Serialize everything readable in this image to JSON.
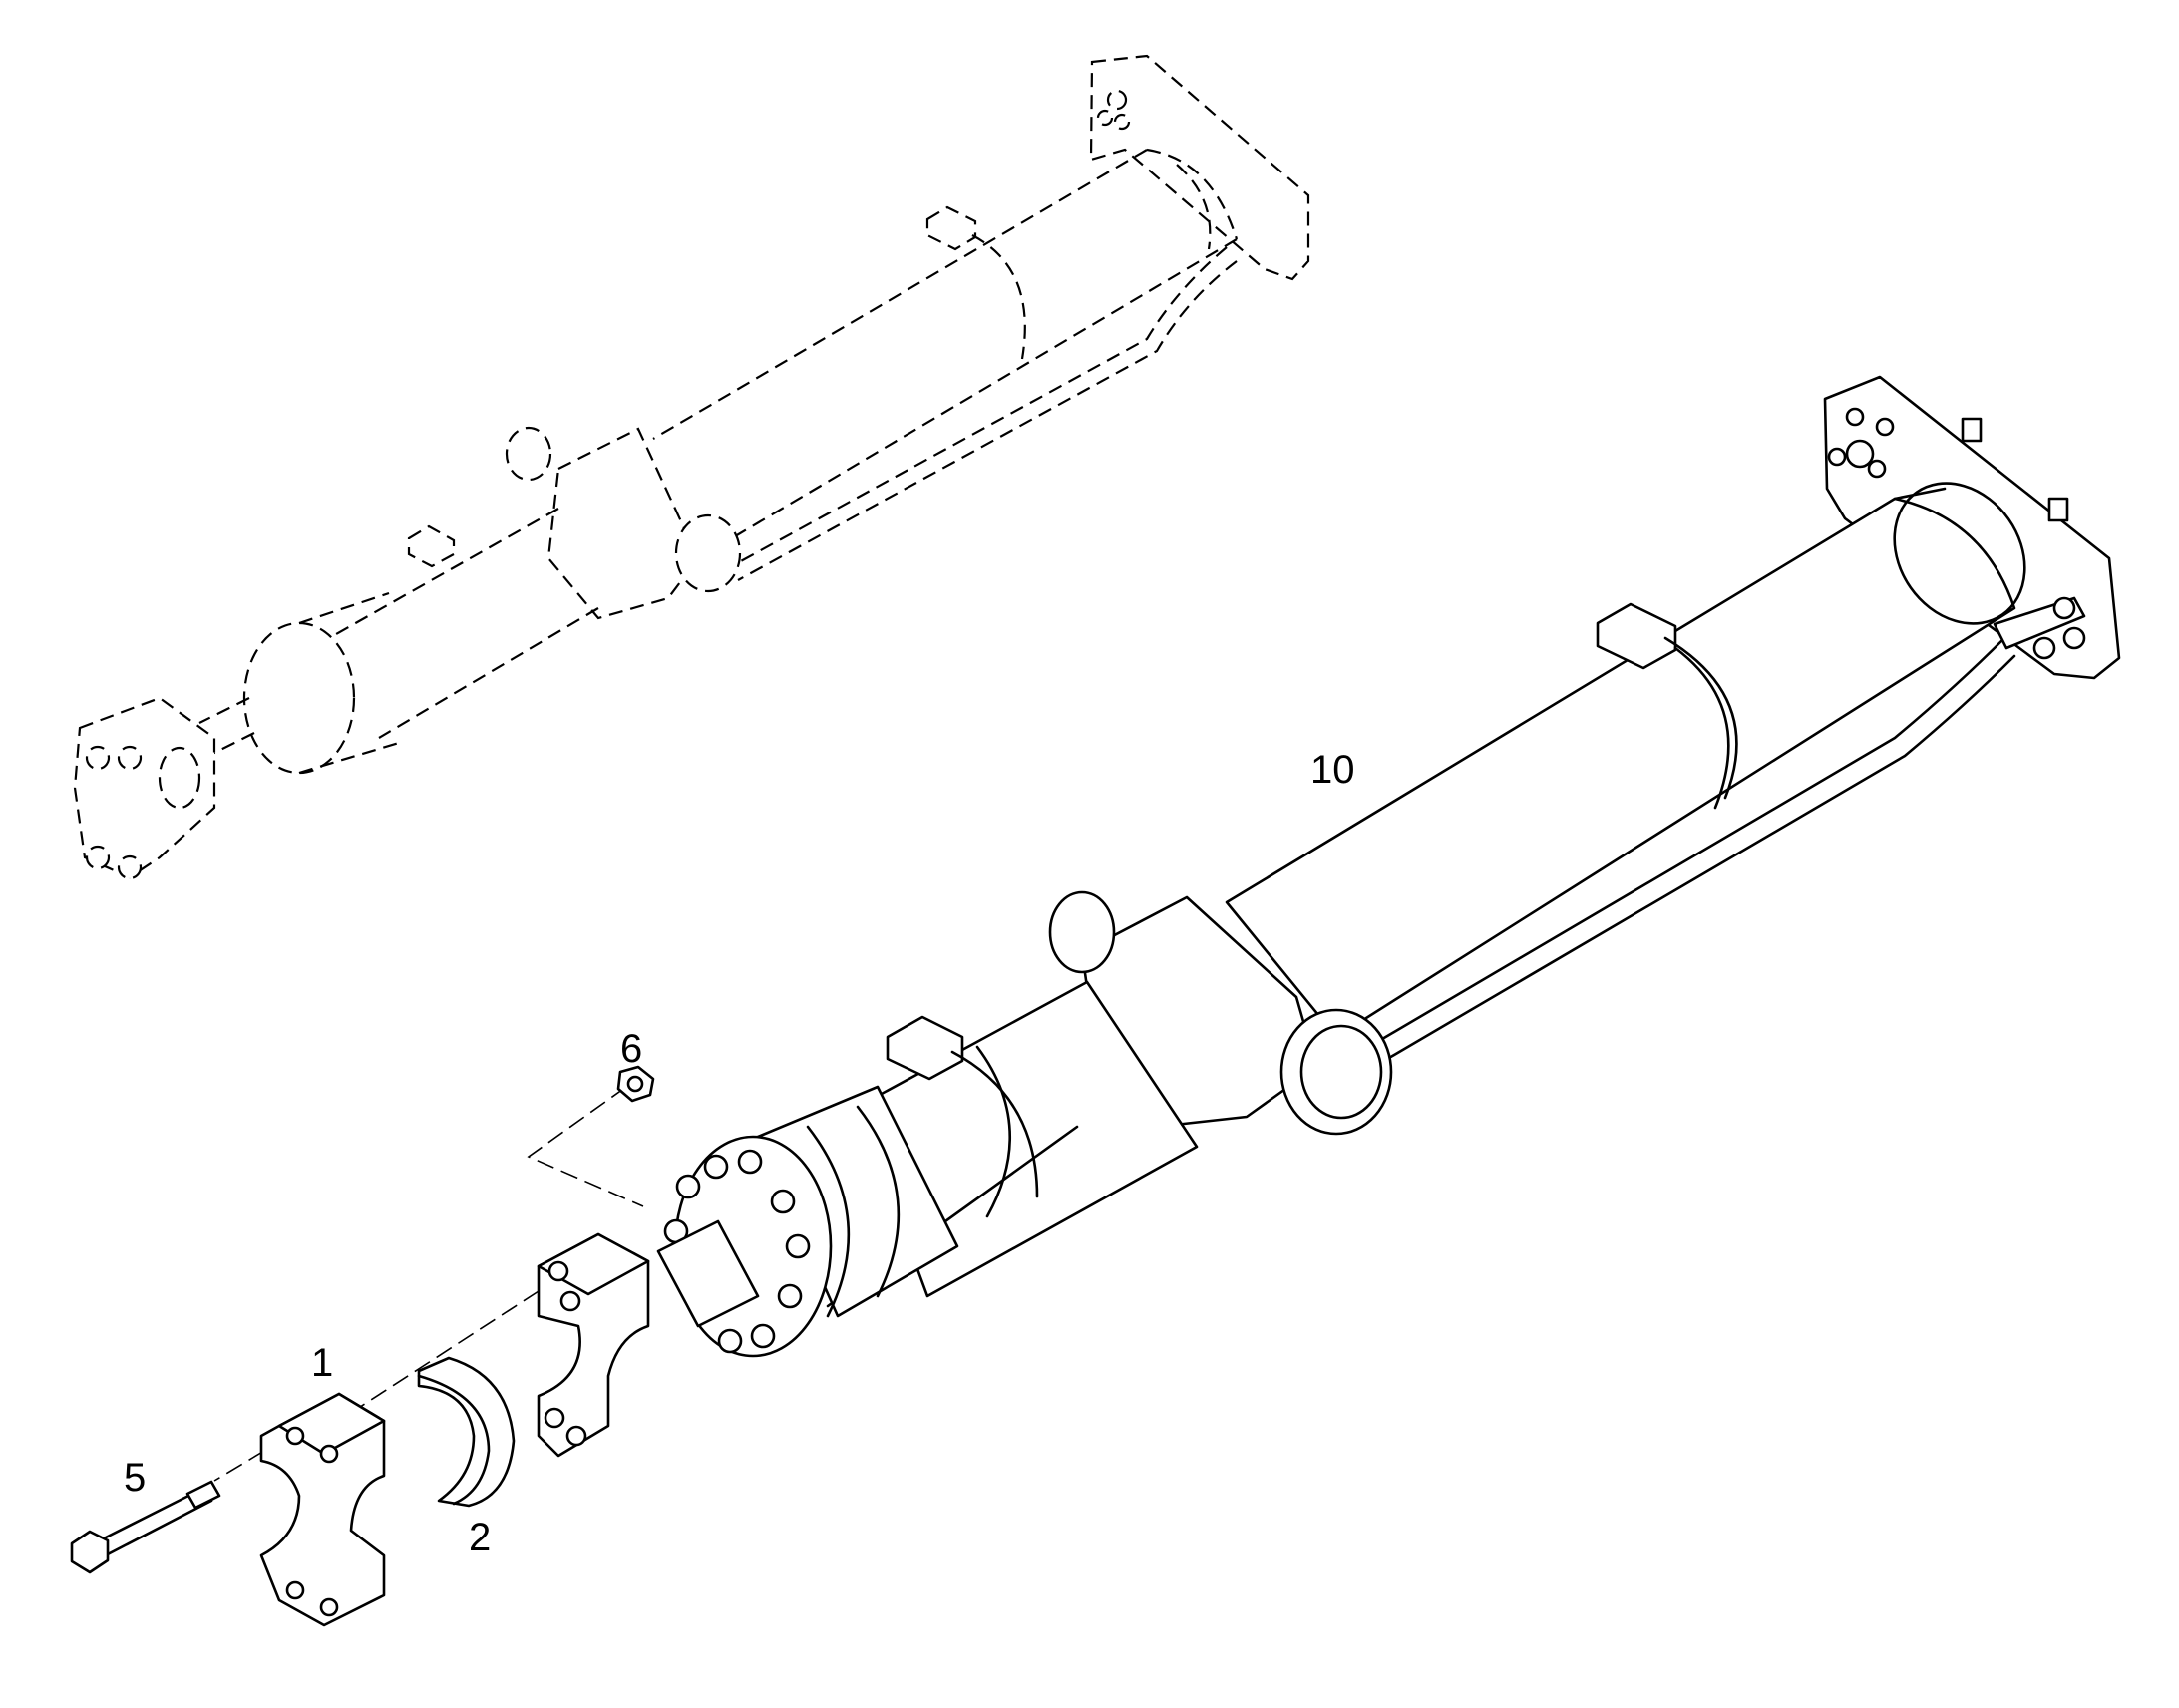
{
  "callouts": {
    "p1": "1",
    "p2": "2",
    "p5": "5",
    "p6": "6",
    "p10": "10"
  },
  "colors": {
    "line": "#000000",
    "background": "#ffffff"
  }
}
